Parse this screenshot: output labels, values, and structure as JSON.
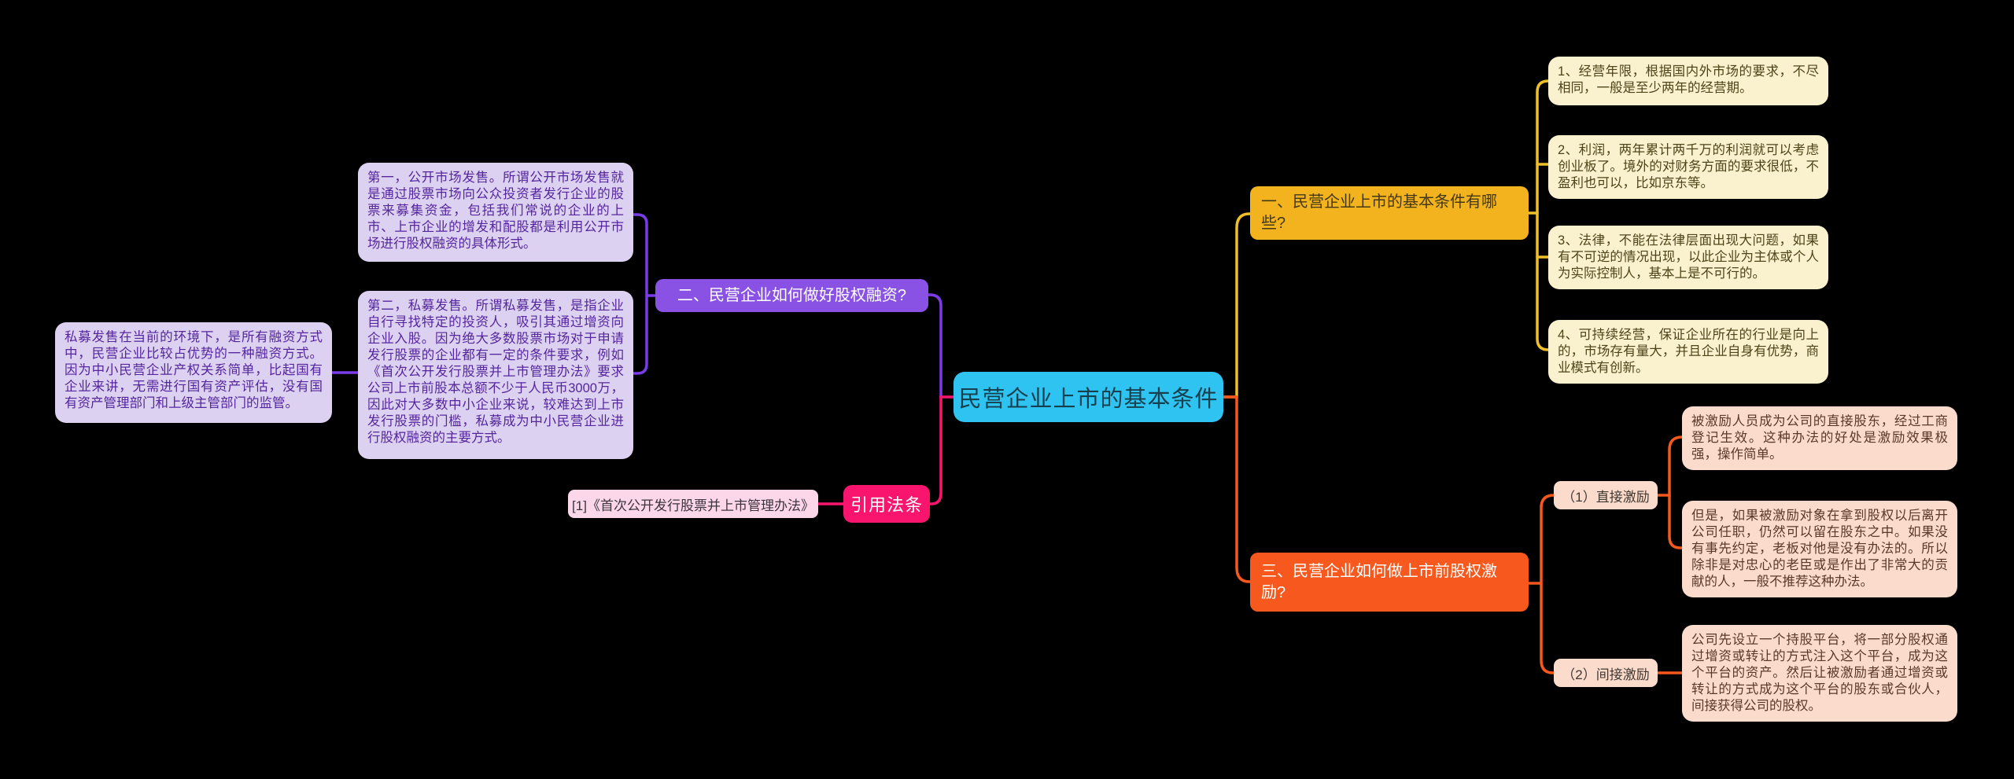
{
  "canvas": {
    "background": "#000000"
  },
  "root": {
    "label": "民营企业上市的基本条件",
    "bg": "#2EC3F1",
    "fg": "#17404F"
  },
  "branches": {
    "financing": {
      "label": "二、民营企业如何做好股权融资?",
      "bg": "#8951E4",
      "fg": "#FFFFFF",
      "line_color": "#7B3BE8",
      "note_bg": "#DDD1F1",
      "note_fg": "#54269E",
      "notes": [
        {
          "text": "第一，公开市场发售。所谓公开市场发售就是通过股票市场向公众投资者发行企业的股票来募集资金，包括我们常说的企业的上市、上市企业的增发和配股都是利用公开市场进行股权融资的具体形式。"
        },
        {
          "text": "第二，私募发售。所谓私募发售，是指企业自行寻找特定的投资人，吸引其通过增资向企业入股。因为绝大多数股票市场对于申请发行股票的企业都有一定的条件要求，例如《首次公开发行股票并上市管理办法》要求公司上市前股本总额不少于人民币3000万，因此对大多数中小企业来说，较难达到上市发行股票的门槛，私募成为中小民营企业进行股权融资的主要方式。"
        }
      ],
      "subnote": {
        "text": "私募发售在当前的环境下，是所有融资方式中，民营企业比较占优势的一种融资方式。因为中小民营企业产权关系简单，比起国有企业来讲，无需进行国有资产评估，没有国有资产管理部门和上级主管部门的监管。"
      }
    },
    "citation": {
      "label": "引用法条",
      "bg": "#F9156E",
      "fg": "#FFFFFF",
      "line_color": "#F9156E",
      "note_bg": "#FBD7E9",
      "note_fg": "#3D3440",
      "reference": "[1]《首次公开发行股票并上市管理办法》"
    },
    "conditions": {
      "label": "一、民营企业上市的基本条件有哪些?",
      "bg": "#F2B31E",
      "fg": "#443816",
      "line_color": "#EFBF2B",
      "note_bg": "#FAF2CF",
      "note_fg": "#4E4419",
      "items": [
        {
          "text": "1、经营年限，根据国内外市场的要求，不尽相同，一般是至少两年的经营期。"
        },
        {
          "text": "2、利润，两年累计两千万的利润就可以考虑创业板了。境外的对财务方面的要求很低，不盈利也可以，比如京东等。"
        },
        {
          "text": "3、法律，不能在法律层面出现大问题，如果有不可逆的情况出现，以此企业为主体或个人为实际控制人，基本上是不可行的。"
        },
        {
          "text": "4、可持续经营，保证企业所在的行业是向上的，市场存有量大，并且企业自身有优势，商业模式有创新。"
        }
      ]
    },
    "incentive": {
      "label": "三、民营企业如何做上市前股权激励?",
      "bg": "#F6581D",
      "fg": "#FFFFFF",
      "line_color": "#F6581D",
      "child_bg": "#FBDCCC",
      "child_fg": "#413731",
      "note_bg": "#FBDCCC",
      "note_fg": "#5A382A",
      "children": [
        {
          "label": "（1）直接激励",
          "notes": [
            {
              "text": "被激励人员成为公司的直接股东，经过工商登记生效。这种办法的好处是激励效果极强，操作简单。"
            },
            {
              "text": "但是，如果被激励对象在拿到股权以后离开公司任职，仍然可以留在股东之中。如果没有事先约定，老板对他是没有办法的。所以除非是对忠心的老臣或是作出了非常大的贡献的人，一般不推荐这种办法。"
            }
          ]
        },
        {
          "label": "（2）间接激励",
          "notes": [
            {
              "text": "公司先设立一个持股平台，将一部分股权通过增资或转让的方式注入这个平台，成为这个平台的资产。然后让被激励者通过增资或转让的方式成为这个平台的股东或合伙人，间接获得公司的股权。"
            }
          ]
        }
      ]
    }
  }
}
